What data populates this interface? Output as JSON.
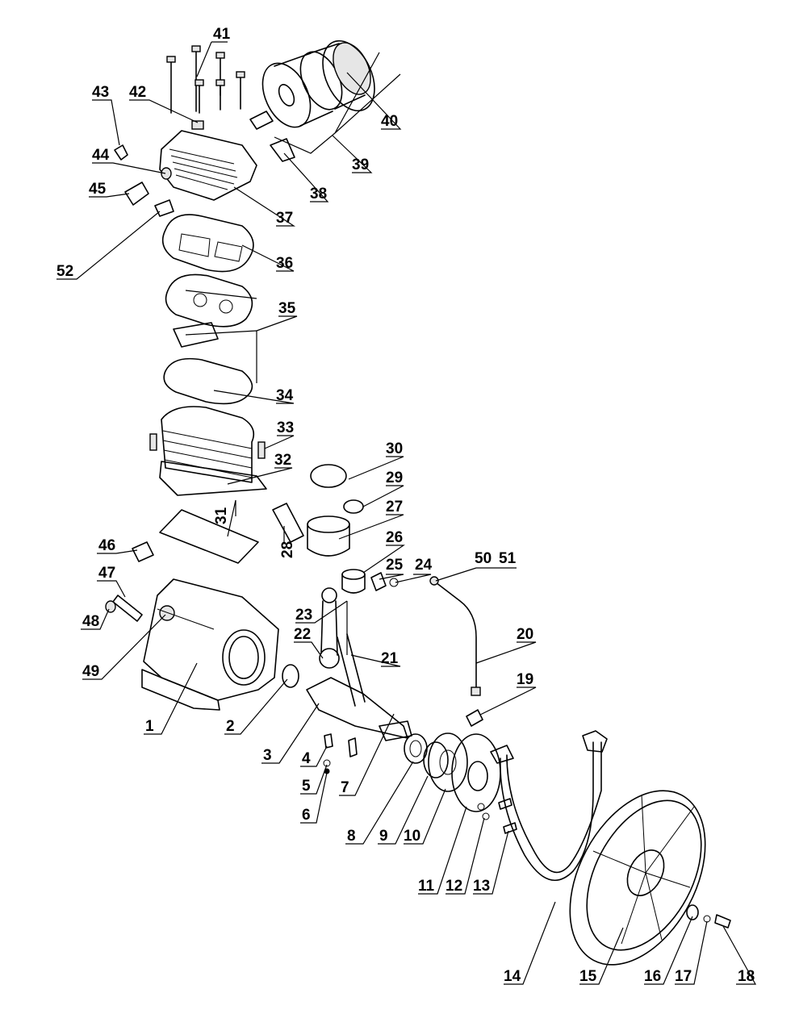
{
  "labels": {
    "p1": "1",
    "p2": "2",
    "p3": "3",
    "p4": "4",
    "p5": "5",
    "p6": "6",
    "p7": "7",
    "p8": "8",
    "p9": "9",
    "p10": "10",
    "p11": "11",
    "p12": "12",
    "p13": "13",
    "p14": "14",
    "p15": "15",
    "p16": "16",
    "p17": "17",
    "p18": "18",
    "p19": "19",
    "p20": "20",
    "p21": "21",
    "p22": "22",
    "p23": "23",
    "p24": "24",
    "p25": "25",
    "p26": "26",
    "p27": "27",
    "p28": "28",
    "p29": "29",
    "p30": "30",
    "p31": "31",
    "p32": "32",
    "p33": "33",
    "p34": "34",
    "p35": "35",
    "p36": "36",
    "p37": "37",
    "p38": "38",
    "p39": "39",
    "p40": "40",
    "p41": "41",
    "p42": "42",
    "p43": "43",
    "p44": "44",
    "p45": "45",
    "p46": "46",
    "p47": "47",
    "p48": "48",
    "p49": "49",
    "p50": "50",
    "p51": "51",
    "p52": "52"
  }
}
